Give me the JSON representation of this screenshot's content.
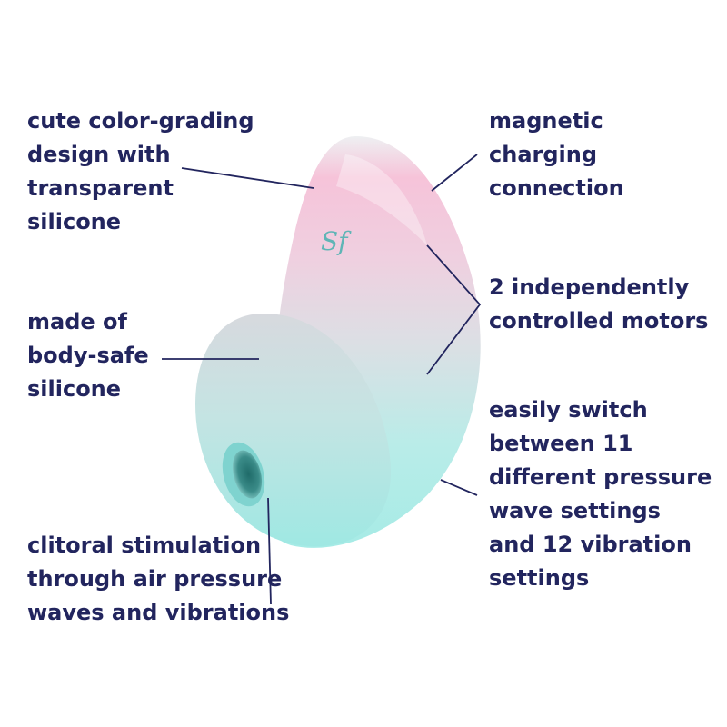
{
  "colors": {
    "text": "#22255e",
    "leader_line": "#22255e",
    "product_pink": "#f3b8d2",
    "product_grey": "#d9dadf",
    "product_mint": "#9ee9e4",
    "opening_teal": "#3f8f8c"
  },
  "product": {
    "name_icon": "product-photo-air-pulse-device",
    "logo_text": "Sf"
  },
  "callouts": {
    "design": {
      "lines": [
        "cute color-grading",
        "design with",
        "transparent",
        "silicone"
      ]
    },
    "charging": {
      "lines": [
        "magnetic",
        "charging",
        "connection"
      ]
    },
    "material": {
      "lines": [
        "made of",
        "body-safe",
        "silicone"
      ]
    },
    "motors": {
      "lines": [
        "2 independently",
        "controlled motors"
      ]
    },
    "settings": {
      "lines": [
        "easily switch",
        "between 11",
        "different pressure",
        "wave settings",
        "and 12 vibration",
        "settings"
      ]
    },
    "stimulation": {
      "lines": [
        "clitoral stimulation",
        "through air pressure",
        "waves and vibrations"
      ]
    }
  }
}
